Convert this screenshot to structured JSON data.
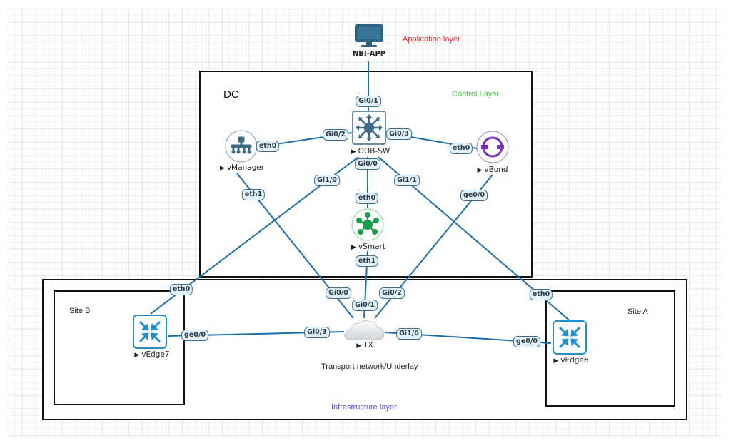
{
  "canvas": {
    "background": "grid"
  },
  "layers": {
    "application": {
      "label": "Application layer",
      "color": "#e03030"
    },
    "control": {
      "label": "Control Layer",
      "color": "#4cc44c"
    },
    "infrastructure": {
      "label": "Infrastructure layer",
      "color": "#5a4fd6"
    }
  },
  "containers": {
    "dc": {
      "label": "DC"
    },
    "site_b": {
      "label": "Site B"
    },
    "site_a": {
      "label": "Site A"
    },
    "transport": {
      "label": "Transport network/Underlay"
    }
  },
  "nodes": {
    "nbi_app": {
      "label": "NBI-APP",
      "icon": "monitor-icon",
      "color": "#2f6384"
    },
    "oob_sw": {
      "label": "OOB-SW",
      "icon": "switch-icon",
      "color": "#3c6a88"
    },
    "vmanager": {
      "label": "vManager",
      "icon": "hierarchy-icon",
      "color": "#3c6a88"
    },
    "vbond": {
      "label": "vBond",
      "icon": "orchestrator-icon",
      "color": "#7a2fc0"
    },
    "vsmart": {
      "label": "vSmart",
      "icon": "hub-icon",
      "color": "#17a04a"
    },
    "tx": {
      "label": "TX",
      "icon": "cloud-icon",
      "color": "#d8dde2"
    },
    "vedge7": {
      "label": "vEdge7",
      "icon": "router-icon",
      "color": "#1f8fd0"
    },
    "vedge6": {
      "label": "vEdge6",
      "icon": "router-icon",
      "color": "#1f8fd0"
    }
  },
  "link_color": "#1d6ea8",
  "links": [
    {
      "a": "nbi_app",
      "b": "oob_sw",
      "a_port": "",
      "b_port": "Gi0/1"
    },
    {
      "a": "vmanager",
      "b": "oob_sw",
      "a_port": "eth0",
      "b_port": "Gi0/2"
    },
    {
      "a": "vbond",
      "b": "oob_sw",
      "a_port": "eth0",
      "b_port": "Gi0/3"
    },
    {
      "a": "vsmart",
      "b": "oob_sw",
      "a_port": "eth0",
      "b_port": "Gi0/0"
    },
    {
      "a": "vedge7",
      "b": "oob_sw",
      "a_port": "eth0",
      "b_port": "Gi1/0"
    },
    {
      "a": "vedge6",
      "b": "oob_sw",
      "a_port": "eth0",
      "b_port": "Gi1/1"
    },
    {
      "a": "vmanager",
      "b": "tx",
      "a_port": "eth1",
      "b_port": "Gi0/0"
    },
    {
      "a": "vsmart",
      "b": "tx",
      "a_port": "eth1",
      "b_port": "Gi0/1"
    },
    {
      "a": "vbond",
      "b": "tx",
      "a_port": "ge0/0",
      "b_port": "Gi0/2"
    },
    {
      "a": "vedge7",
      "b": "tx",
      "a_port": "ge0/0",
      "b_port": "Gi0/3"
    },
    {
      "a": "vedge6",
      "b": "tx",
      "a_port": "ge0/0",
      "b_port": "Gi1/0"
    }
  ]
}
